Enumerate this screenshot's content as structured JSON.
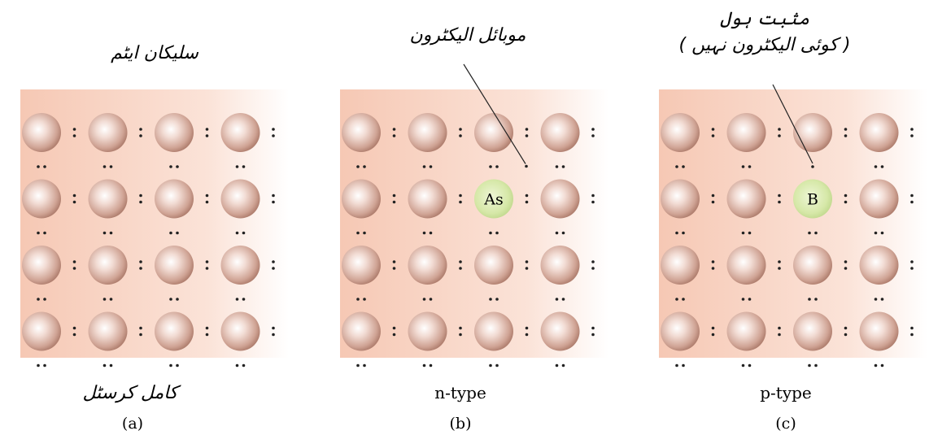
{
  "panels": [
    {
      "id": "a",
      "top_labels": [
        "سلیکان ایٹم"
      ],
      "bottom_caption": "کامل کرسٹل",
      "bottom_caption_urdu": true,
      "sublabel": "(a)",
      "dopant": null
    },
    {
      "id": "b",
      "top_labels": [
        "موبائل الیکٹرون"
      ],
      "bottom_caption": "n-type",
      "bottom_caption_urdu": false,
      "sublabel": "(b)",
      "dopant": {
        "row": 1,
        "col": 2,
        "symbol": "As"
      }
    },
    {
      "id": "c",
      "top_labels": [
        "مثبت ہول",
        "( کوئی الیکٹرون نہیں )"
      ],
      "bottom_caption": "p-type",
      "bottom_caption_urdu": false,
      "sublabel": "(c)",
      "dopant": {
        "row": 1,
        "col": 2,
        "symbol": "B"
      }
    }
  ],
  "lattice": {
    "rows": 4,
    "cols": 4
  },
  "colors": {
    "panel_left": "#f6c8b4",
    "panel_right": "#ffffff",
    "atom_center": "#ffffff",
    "atom_mid": "#e8c5b8",
    "atom_edge": "#b07f6f",
    "dopant_fill": "#d6e8a8",
    "dopant_edge": "#b9d184",
    "bond_dots": "#222222"
  }
}
